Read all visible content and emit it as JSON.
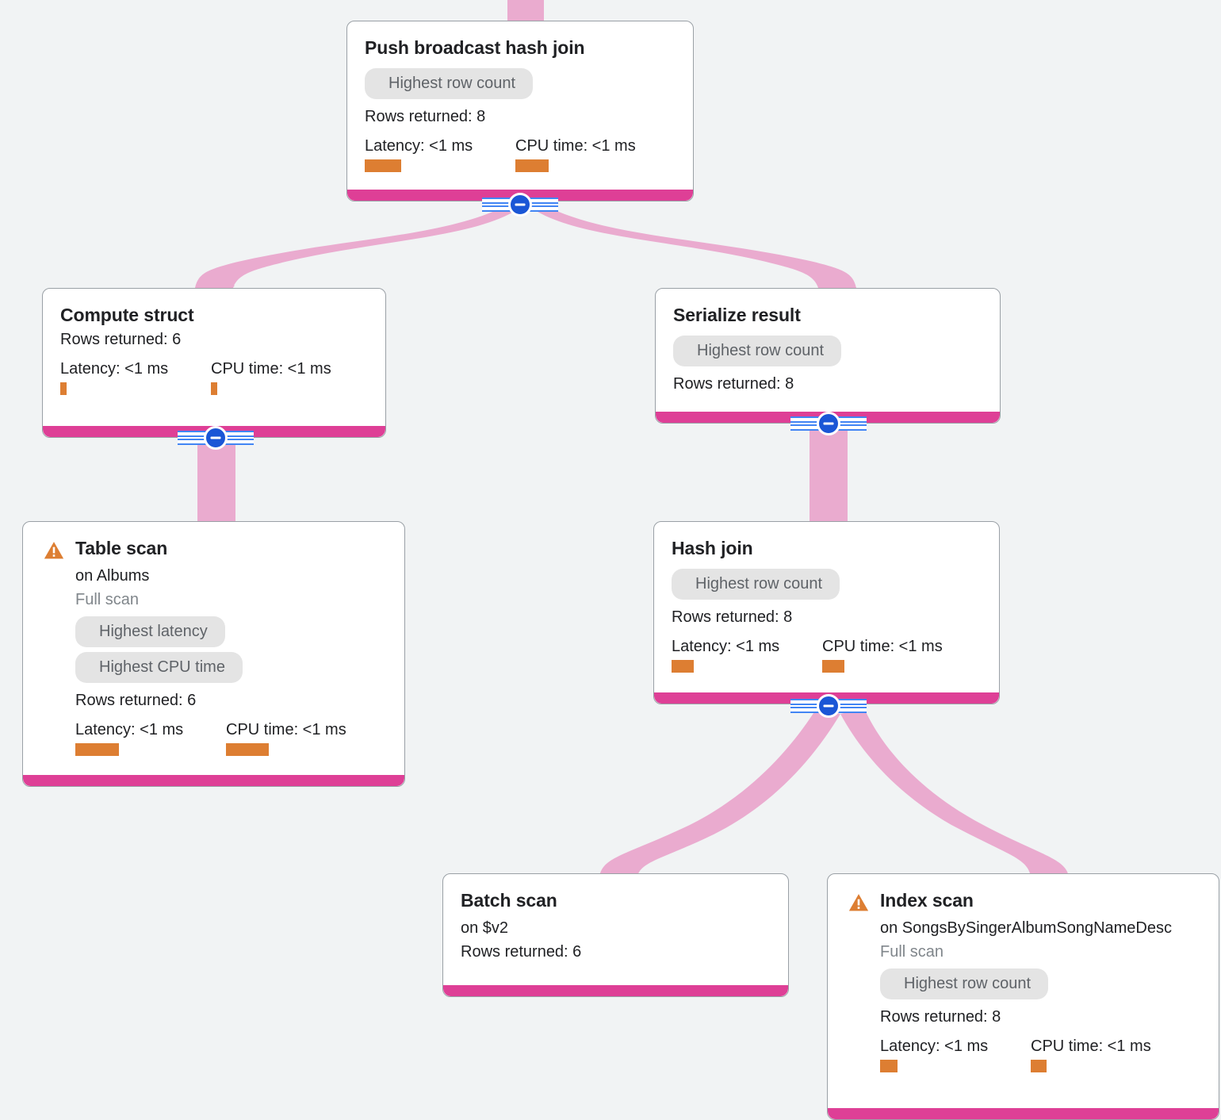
{
  "theme": {
    "background": "#f1f3f4",
    "card_bg": "#ffffff",
    "card_border": "#9aa0a6",
    "bottom_bar": "#de3f96",
    "edge_ribbon": "#eaabcf",
    "metric_bar": "#dd7e32",
    "chip_bg": "#e4e4e4",
    "chip_text": "#5f6368",
    "toggle_blue": "#1a56d6",
    "warning": "#dd7e32"
  },
  "labels": {
    "rows_returned_prefix": "Rows returned:",
    "latency_prefix": "Latency:",
    "cpu_prefix": "CPU time:",
    "collapse_icon": "minus-circle-icon",
    "warning_icon": "warning-triangle-icon"
  },
  "nodes": [
    {
      "id": "push-broadcast-hash-join",
      "title": "Push broadcast hash join",
      "warning": false,
      "subtitle": null,
      "scan_note": null,
      "chips": [
        "Highest row count"
      ],
      "rows": "Rows returned: 8",
      "latency": "Latency: <1 ms",
      "cpu": "CPU time: <1 ms",
      "latency_bar_w": 46,
      "cpu_bar_w": 42,
      "has_collapser": true
    },
    {
      "id": "compute-struct",
      "title": "Compute struct",
      "warning": false,
      "subtitle": null,
      "scan_note": null,
      "chips": [],
      "rows": "Rows returned: 6",
      "latency": "Latency: <1 ms",
      "cpu": "CPU time: <1 ms",
      "latency_bar_w": 8,
      "cpu_bar_w": 8,
      "has_collapser": true
    },
    {
      "id": "serialize-result",
      "title": "Serialize result",
      "warning": false,
      "subtitle": null,
      "scan_note": null,
      "chips": [
        "Highest row count"
      ],
      "rows": "Rows returned: 8",
      "latency": null,
      "cpu": null,
      "latency_bar_w": 0,
      "cpu_bar_w": 0,
      "has_collapser": true
    },
    {
      "id": "table-scan",
      "title": "Table scan",
      "warning": true,
      "subtitle": "on Albums",
      "scan_note": "Full scan",
      "chips": [
        "Highest latency",
        "Highest CPU time"
      ],
      "rows": "Rows returned: 6",
      "latency": "Latency: <1 ms",
      "cpu": "CPU time: <1 ms",
      "latency_bar_w": 55,
      "cpu_bar_w": 54,
      "has_collapser": false
    },
    {
      "id": "hash-join",
      "title": "Hash join",
      "warning": false,
      "subtitle": null,
      "scan_note": null,
      "chips": [
        "Highest row count"
      ],
      "rows": "Rows returned: 8",
      "latency": "Latency: <1 ms",
      "cpu": "CPU time: <1 ms",
      "latency_bar_w": 28,
      "cpu_bar_w": 28,
      "has_collapser": true
    },
    {
      "id": "batch-scan",
      "title": "Batch scan",
      "warning": false,
      "subtitle": "on $v2",
      "scan_note": null,
      "chips": [],
      "rows": "Rows returned: 6",
      "latency": null,
      "cpu": null,
      "latency_bar_w": 0,
      "cpu_bar_w": 0,
      "has_collapser": false
    },
    {
      "id": "index-scan",
      "title": "Index scan",
      "warning": true,
      "subtitle": "on SongsBySingerAlbumSongNameDesc",
      "scan_note": "Full scan",
      "chips": [
        "Highest row count"
      ],
      "rows": "Rows returned: 8",
      "latency": "Latency: <1 ms",
      "cpu": "CPU time: <1 ms",
      "latency_bar_w": 22,
      "cpu_bar_w": 20,
      "has_collapser": false
    }
  ],
  "edges": [
    {
      "from": "root-inlet",
      "to": "push-broadcast-hash-join"
    },
    {
      "from": "push-broadcast-hash-join",
      "to": "compute-struct"
    },
    {
      "from": "push-broadcast-hash-join",
      "to": "serialize-result"
    },
    {
      "from": "compute-struct",
      "to": "table-scan"
    },
    {
      "from": "serialize-result",
      "to": "hash-join"
    },
    {
      "from": "hash-join",
      "to": "batch-scan"
    },
    {
      "from": "hash-join",
      "to": "index-scan"
    }
  ]
}
